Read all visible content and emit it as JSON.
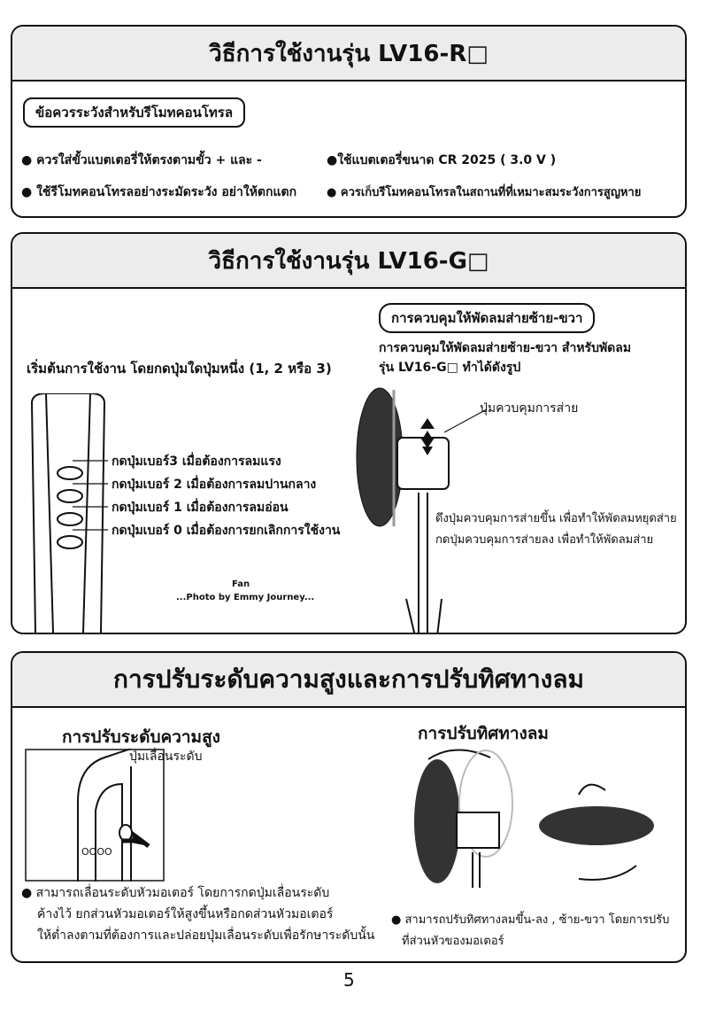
{
  "section1": {
    "title": "วิธีการใช้งานรุ่น  LV16-R□",
    "subtitle": "ข้อควรระวังสำหรับรีโมทคอนโทรล",
    "bullets": [
      "ควรใส่ขั้วแบตเตอรี่ให้ตรงตามขั้ว + และ -",
      "ใช้แบตเตอรี่ขนาด CR 2025 ( 3.0 V )",
      "ใช้รีโมทคอนโทรลอย่างระมัดระวัง อย่าให้ตกแตก",
      "ควรเก็บรีโมทคอนโทรลในสถานที่ที่เหมาะสมระวังการสูญหาย"
    ]
  },
  "section2": {
    "title": "วิธีการใช้งานรุ่น  LV16-G□",
    "start_text": "เริ่มต้นการใช้งาน โดยกดปุ่มใดปุ่มหนึ่ง (1, 2 หรือ 3)",
    "buttons": [
      {
        "num": "3",
        "label": "กดปุ่มเบอร์3 เมื่อต้องการลมแรง"
      },
      {
        "num": "2",
        "label": "กดปุ่มเบอร์ 2 เมื่อต้องการลมปานกลาง"
      },
      {
        "num": "1",
        "label": "กดปุ่มเบอร์ 1 เมื่อต้องการลมอ่อน"
      },
      {
        "num": "0",
        "label": "กดปุ่มเบอร์ 0 เมื่อต้องการยกเลิกการใช้งาน"
      }
    ],
    "watermark": [
      "Fan",
      "...Photo by Emmy Journey..."
    ],
    "swing_title": "การควบคุมให้พัดลมส่ายซ้าย-ขวา",
    "swing_desc": [
      "การควบคุมให้พัดลมส่ายซ้าย-ขวา สำหรับพัดลม",
      "รุ่น LV16-G□  ทำได้ดังรูป"
    ],
    "swing_knob": "ปุ่มควบคุมการส่าย",
    "swing_notes": [
      "ดึงปุ่มควบคุมการส่ายขึ้น  เพื่อทำให้พัดลมหยุดส่าย",
      "กดปุ่มควบคุมการส่ายลง  เพื่อทำให้พัดลมส่าย"
    ]
  },
  "section3": {
    "title": "การปรับระดับความสูงและการปรับทิศทางลม",
    "height_title": "การปรับระดับความสูง",
    "height_label": "ปุ่มเลื่อนระดับ",
    "height_notes": [
      "สามารถเลื่อนระดับหัวมอเตอร์ โดยการกดปุ่มเลื่อนระดับ",
      "ค้างไว้ ยกส่วนหัวมอเตอร์ให้สูงขึ้นหรือกดส่วนหัวมอเตอร์",
      "ให้ต่ำลงตามที่ต้องการและปล่อยปุ่มเลื่อนระดับเพื่อรักษาระดับนั้น"
    ],
    "direction_title": "การปรับทิศทางลม",
    "direction_notes": [
      "สามารถปรับทิศทางลมขึ้น-ลง , ซ้าย-ขวา โดยการปรับ",
      "ที่ส่วนหัวของมอเตอร์"
    ]
  },
  "page_number": "5"
}
